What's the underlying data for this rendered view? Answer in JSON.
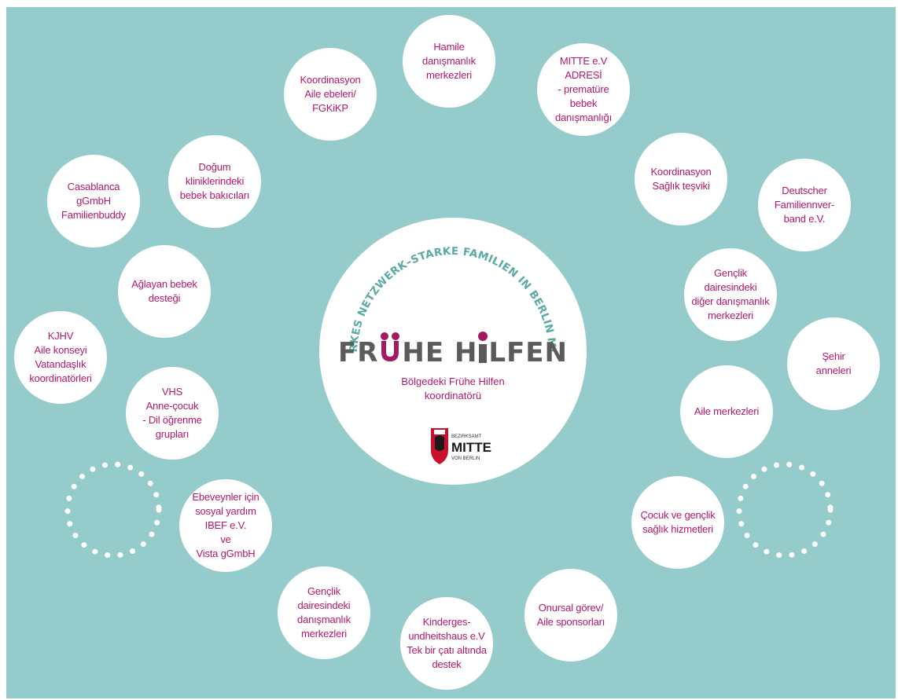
{
  "center": {
    "arc_text": "STARKES NETZWERK–STARKE FAMILIEN IN BERLIN MITTE",
    "brand_part1": "FR",
    "brand_part2": "HE H",
    "brand_part3": "LFEN",
    "caption": "Bölgedeki Frühe Hilfen\nkoordinatörü",
    "logo": {
      "small_text": "BEZIRKSAMT",
      "main_text": "MITTE",
      "sub_text": "VON BERLIN"
    }
  },
  "colors": {
    "background": "#95cccb",
    "node_fill": "#ffffff",
    "text": "#b5176b",
    "arc_text": "#5aaaa5",
    "brand_grey": "#5b5b5b",
    "brand_magenta": "#a4195f"
  },
  "nodes": [
    {
      "id": "hamile",
      "label": "Hamile\ndanışmanlık\nmerkezleri"
    },
    {
      "id": "mitte-ev",
      "label": "MITTE e.V\nADRESİ\n- prematüre\nbebek\ndanışmanlığı"
    },
    {
      "id": "koordinasyon-aile",
      "label": "Koordinasyon\nAile ebeleri/\nFGKiKP"
    },
    {
      "id": "koordinasyon-saglik",
      "label": "Koordinasyon\nSağlık teşviki"
    },
    {
      "id": "dogum",
      "label": "Doğum\nkliniklerindeki\nbebek bakıcıları"
    },
    {
      "id": "deutscher",
      "label": "Deutscher\nFamiliennver-\nband e.V."
    },
    {
      "id": "casablanca",
      "label": "Casablanca\ngGmbH\nFamilienbuddy"
    },
    {
      "id": "genclik-diger",
      "label": "Gençlik\ndairesindeki\ndiğer danışmanlık\nmerkezleri"
    },
    {
      "id": "aglayan",
      "label": "Ağlayan bebek\ndesteği"
    },
    {
      "id": "sehir",
      "label": "Şehir\nanneleri"
    },
    {
      "id": "kjhv",
      "label": "KJHV\nAile konseyi\nVatandaşlık\nkoordinatörleri"
    },
    {
      "id": "aile-merkezleri",
      "label": "Aile merkezleri"
    },
    {
      "id": "vhs",
      "label": "VHS\nAnne-çocuk\n- Dil öğrenme\ngrupları"
    },
    {
      "id": "ebeveynler",
      "label": "Ebeveynler için\nsosyal yardım\nIBEF e.V.\nve\nVista gGmbH"
    },
    {
      "id": "cocuk-genclik",
      "label": "Çocuk ve gençlik\nsağlık hizmetleri"
    },
    {
      "id": "genclik-dairesi",
      "label": "Gençlik\ndairesindeki\ndanışmanlık\nmerkezleri"
    },
    {
      "id": "onursal",
      "label": "Onursal görev/\nAile sponsorları"
    },
    {
      "id": "kindergesundheitshaus",
      "label": "Kinderges-\nundheitshaus e.V\nTek bir çatı altında\ndestek"
    }
  ]
}
